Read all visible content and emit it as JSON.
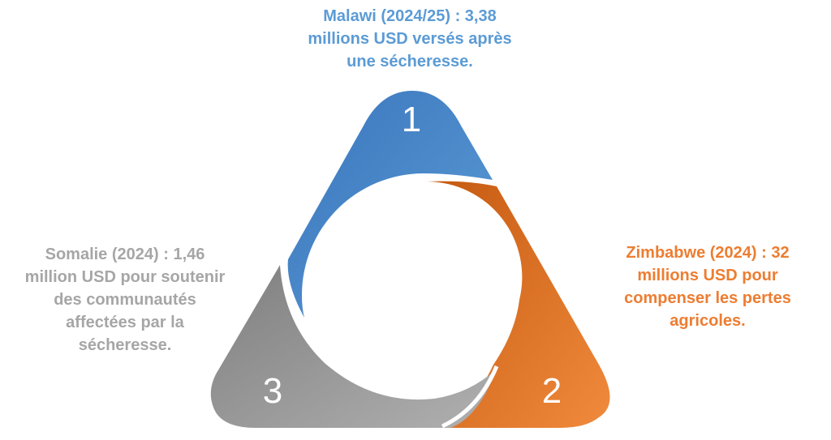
{
  "colors": {
    "segment_1": "#4a86c8",
    "segment_2": "#e0712c",
    "segment_3": "#9a9a9a",
    "caption_1": "#5b9bd5",
    "caption_2": "#ed7d31",
    "caption_3": "#a6a6a6"
  },
  "segments": [
    {
      "number": "1",
      "caption_lines": [
        "Malawi (2024/25) : 3,38",
        "millions USD versés après",
        "une sécheresse."
      ]
    },
    {
      "number": "2",
      "caption_lines": [
        "Zimbabwe (2024) : 32",
        "millions USD pour",
        "compenser les pertes",
        "agricoles."
      ]
    },
    {
      "number": "3",
      "caption_lines": [
        "Somalie (2024) : 1,46",
        "million USD pour soutenir",
        "des communautés",
        "affectées par la",
        "sécheresse."
      ]
    }
  ]
}
